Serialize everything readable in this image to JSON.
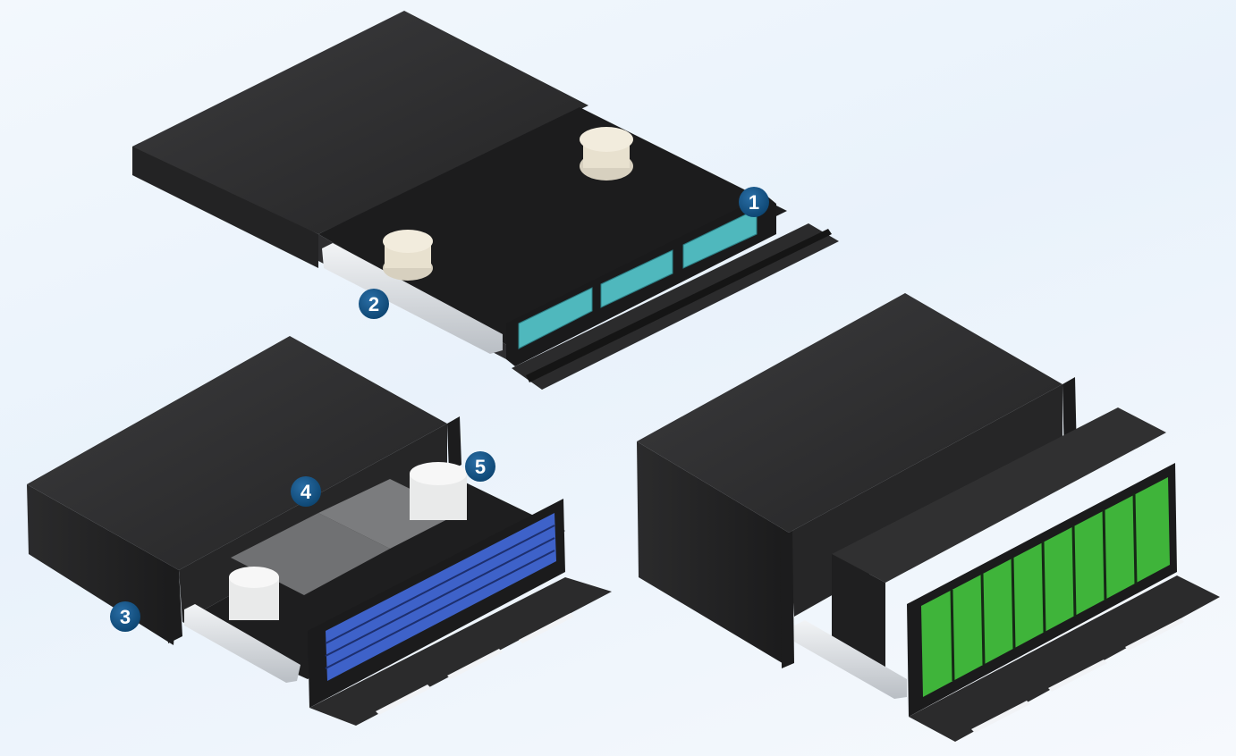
{
  "callouts": [
    {
      "label": "1"
    },
    {
      "label": "2"
    },
    {
      "label": "3"
    },
    {
      "label": "4"
    },
    {
      "label": "5"
    }
  ],
  "colors": {
    "callout_badge": "#0f4f82",
    "chassis_dark": "#2a2a2b",
    "lc_aqua_adapters": "#4fb8bd",
    "sc_blue_adapters": "#3e62c9",
    "sc_green_adapters": "#3fb43a",
    "spool_cream": "#e8e1cf",
    "slide_rail": "#d9dde2"
  },
  "products": [
    {
      "id": "1u-sliding-panel",
      "adapter_color_name": "aqua"
    },
    {
      "id": "2u-sliding-panel",
      "adapter_color_name": "blue"
    },
    {
      "id": "4u-sliding-panel",
      "adapter_color_name": "green"
    }
  ]
}
